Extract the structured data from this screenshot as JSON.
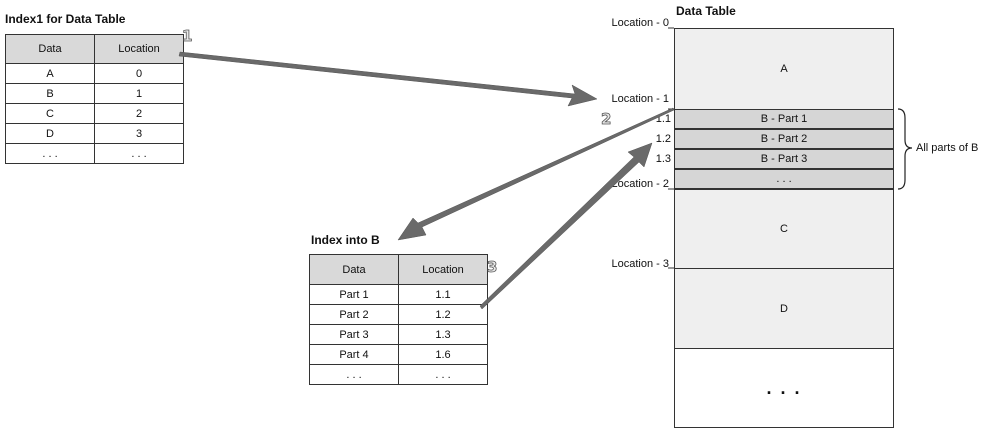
{
  "index1": {
    "title": "Index1 for Data Table",
    "headers": [
      "Data",
      "Location"
    ],
    "rows": [
      [
        "A",
        "0"
      ],
      [
        "B",
        "1"
      ],
      [
        "C",
        "2"
      ],
      [
        "D",
        "3"
      ],
      [
        ". . .",
        ". . ."
      ]
    ]
  },
  "index_b": {
    "title": "Index into B",
    "headers": [
      "Data",
      "Location"
    ],
    "rows": [
      [
        "Part 1",
        "1.1"
      ],
      [
        "Part 2",
        "1.2"
      ],
      [
        "Part 3",
        "1.3"
      ],
      [
        "Part 4",
        "1.6"
      ],
      [
        ". . .",
        ". . ."
      ]
    ]
  },
  "data_table": {
    "title": "Data Table",
    "locations": [
      "Location - 0",
      "Location - 1",
      "Location - 2",
      "Location - 3"
    ],
    "sub_locations": [
      "1.1",
      "1.2",
      "1.3"
    ],
    "segments": {
      "a": "A",
      "b1": "B - Part 1",
      "b2": "B - Part 2",
      "b3": "B - Part 3",
      "bmore": ". . .",
      "c": "C",
      "d": "D",
      "more": ". . ."
    },
    "brace_label": "All parts of B"
  },
  "steps": [
    "1",
    "2",
    "3"
  ]
}
